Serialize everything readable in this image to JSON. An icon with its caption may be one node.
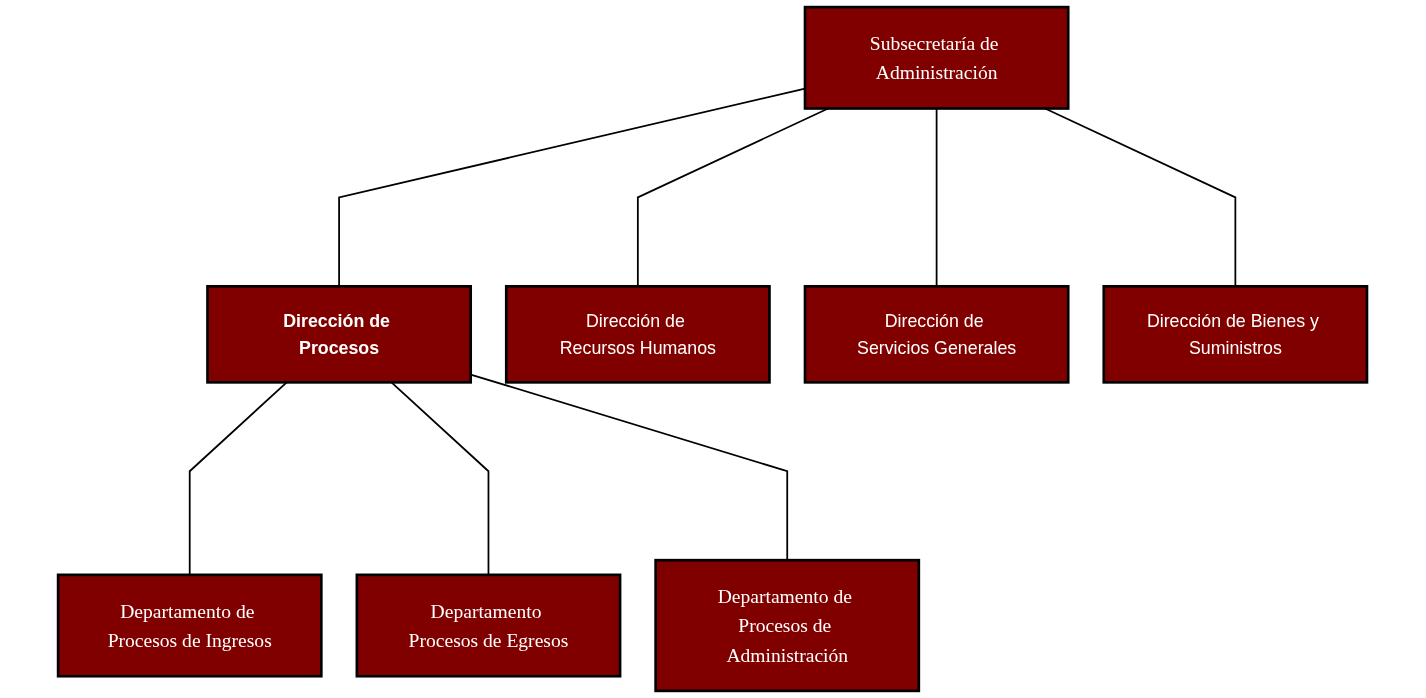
{
  "diagram": {
    "nodes": [
      {
        "text": [
          "Subsecretaría de Administración"
        ]
      },
      {
        "text": [
          "Dirección de Procesos"
        ]
      },
      {
        "text": [
          "Dirección de Recursos Humanos"
        ]
      },
      {
        "text": [
          "Dirección de Servicios Generales"
        ]
      },
      {
        "text": [
          "Dirección de Bienes y Suministros"
        ]
      },
      {
        "text": [
          "Departamento de Procesos de Ingresos"
        ]
      },
      {
        "text": [
          "Departamento Procesos de Egresos"
        ]
      },
      {
        "text": [
          "Departamento de Procesos de Administración"
        ]
      }
    ],
    "edges": [
      {
        "from": 0,
        "to": 1,
        "arrow": "none"
      },
      {
        "from": 0,
        "to": 2,
        "arrow": "none"
      },
      {
        "from": 0,
        "to": 3,
        "arrow": "none"
      },
      {
        "from": 0,
        "to": 4,
        "arrow": "none"
      },
      {
        "from": 1,
        "to": 5,
        "arrow": "none"
      },
      {
        "from": 1,
        "to": 6,
        "arrow": "none"
      },
      {
        "from": 1,
        "to": 7,
        "arrow": "none"
      }
    ]
  }
}
